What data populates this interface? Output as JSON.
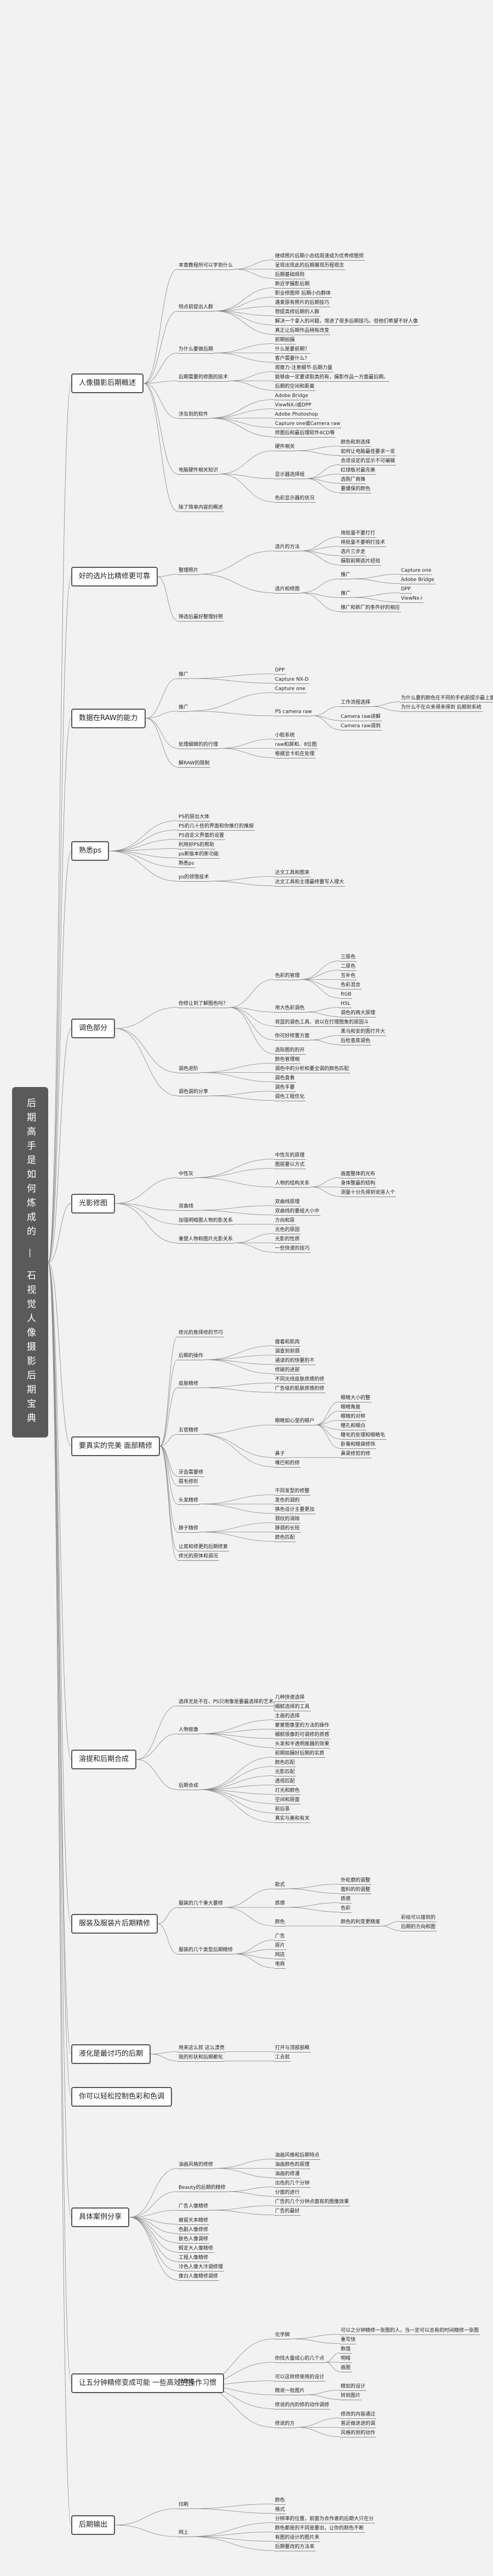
{
  "root": "后期高手是如何炼成的 — 石视觉人像摄影后期宝典",
  "categories": [
    {
      "label": "人像摄影后期概述",
      "children": [
        {
          "label": "本章教程所可以学到什么",
          "children": [
            {
              "label": "继续照片后期小总结周速成为优秀修图师"
            },
            {
              "label": "呈现出现此的后期展现历程观念"
            },
            {
              "label": "后期基础规则"
            }
          ]
        },
        {
          "label": "特点前提出人群",
          "children": [
            {
              "label": "新近学摄影后期"
            },
            {
              "label": "职业修图师 后期小白群体"
            },
            {
              "label": "遇爱原有照片的后期技巧"
            },
            {
              "label": "想提高修后期的人群"
            },
            {
              "label": "解决一个拿入的问题，增进了很多后期技巧。但他们希望不好人像"
            },
            {
              "label": "真正让后期作品稍有改变"
            }
          ]
        },
        {
          "label": "为什么要做后期",
          "children": [
            {
              "label": "前期拍摄"
            },
            {
              "label": "什么是要前期？"
            },
            {
              "label": "客户需要什么？"
            }
          ]
        },
        {
          "label": "后期需要的修图的技术",
          "children": [
            {
              "label": "观察力·注意细节·后期力量"
            },
            {
              "label": "能够由一定要读取类的有，摄影作品一方面最后期。"
            },
            {
              "label": "后期的空间和距离"
            }
          ]
        },
        {
          "label": "涉及到的软件",
          "children": [
            {
              "label": "Adobe Bridge"
            },
            {
              "label": "ViewNX-i或DPP"
            },
            {
              "label": "Adobe Photoshop"
            },
            {
              "label": "Capture one或Camera raw"
            },
            {
              "label": "修图后和最后理软件4CD等"
            }
          ]
        },
        {
          "label": "电脑硬件相关知识",
          "children": [
            {
              "label": "硬件相关",
              "children": [
                {
                  "label": "颜色和到选择"
                },
                {
                  "label": "如何让电脑最佳要求一览"
                }
              ]
            },
            {
              "label": "显示器选择组",
              "children": [
                {
                  "label": "合适设定的显示不可编辑"
                },
                {
                  "label": "红绿板对最完美"
                },
                {
                  "label": "选购厂商推"
                },
                {
                  "label": "要爆保的颜色"
                }
              ]
            },
            {
              "label": "色彩显示器的状况"
            }
          ]
        },
        {
          "label": "除了简单内容的概述"
        }
      ]
    },
    {
      "label": "好的选片比精修更可靠",
      "children": [
        {
          "label": "整理照片",
          "children": [
            {
              "label": "选片的方法",
              "children": [
                {
                  "label": "用批量不要打打"
                },
                {
                  "label": "用批量不要明打技术"
                },
                {
                  "label": "选片三步走"
                },
                {
                  "label": "摄取前期选片经验"
                }
              ]
            },
            {
              "label": "选片和修图",
              "children": [
                {
                  "label": "推广",
                  "children": [
                    {
                      "label": "Capture one"
                    },
                    {
                      "label": "Adobe Bridge"
                    }
                  ]
                },
                {
                  "label": "推广",
                  "children": [
                    {
                      "label": "DPP"
                    },
                    {
                      "label": "ViewNx-i"
                    }
                  ]
                },
                {
                  "label": "推广和新厂的条件好的相应"
                }
              ]
            }
          ]
        },
        {
          "label": "筛选后最好整理好照"
        }
      ]
    },
    {
      "label": "数据在RAW的能力",
      "children": [
        {
          "label": "推广",
          "children": [
            {
              "label": "DPP"
            },
            {
              "label": "Capture NX-D"
            }
          ]
        },
        {
          "label": "推广",
          "children": [
            {
              "label": "Capture one"
            },
            {
              "label": "PS camera raw",
              "children": [
                {
                  "label": "工作流程选择",
                  "children": [
                    {
                      "label": "为什么要的颜色在不同的手机前提示最上面刻面大"
                    },
                    {
                      "label": "为什么不在众来得来得到 后期到系统"
                    }
                  ]
                },
                {
                  "label": "Camera raw讲解"
                },
                {
                  "label": "Camera raw调到"
                }
              ]
            }
          ]
        },
        {
          "label": "处理细微的的行理",
          "children": [
            {
              "label": "小脸系统"
            },
            {
              "label": "raw和屏和、8位图"
            },
            {
              "label": "根据显卡机在处理"
            }
          ]
        },
        {
          "label": "解RAW的限制"
        }
      ]
    },
    {
      "label": "熟悉ps",
      "children": [
        {
          "label": "PS的层出大体"
        },
        {
          "label": "PS的几十些的界面和你推打的推按"
        },
        {
          "label": "PS自定义界面的设置"
        },
        {
          "label": "利用好PS的帮助"
        },
        {
          "label": "ps新版本的新功能"
        },
        {
          "label": "熟悉ps"
        },
        {
          "label": "ps的领悟技术",
          "children": [
            {
              "label": "达文工具和图来"
            },
            {
              "label": "达文工具和主理最终要写人理大"
            }
          ]
        }
      ]
    },
    {
      "label": "调色部分",
      "children": [
        {
          "label": "你修让到了解图色吗？",
          "children": [
            {
              "label": "色彩的管理",
              "children": [
                {
                  "label": "三原色"
                },
                {
                  "label": "二原色"
                },
                {
                  "label": "互补色"
                },
                {
                  "label": "色彩混合"
                },
                {
                  "label": "RGB"
                }
              ]
            },
            {
              "label": "用大色彩调色",
              "children": [
                {
                  "label": "HSL"
                },
                {
                  "label": "调色的两大原理"
                }
              ]
            },
            {
              "label": "将蓝的调色工具、说以在打理图象的原因斗"
            },
            {
              "label": "你可好修置方面",
              "children": [
                {
                  "label": "黑马和安的图打开大"
                },
                {
                  "label": "后检查底调色"
                }
              ]
            },
            {
              "label": "选际图的的开"
            }
          ]
        },
        {
          "label": "调色进阶",
          "children": [
            {
              "label": "颜色管理相"
            },
            {
              "label": "调色中的分析和要全调的颜色匹配"
            },
            {
              "label": "调色直看"
            }
          ]
        },
        {
          "label": "调色调的分享",
          "children": [
            {
              "label": "调色手要"
            },
            {
              "label": "调色工程优化"
            }
          ]
        }
      ]
    },
    {
      "label": "光影修图",
      "children": [
        {
          "label": "中性灰",
          "children": [
            {
              "label": "中性灰的原理"
            },
            {
              "label": "图层要以方式"
            },
            {
              "label": "人物的结构关系",
              "children": [
                {
                  "label": "画面整体的光布"
                },
                {
                  "label": "身体整最的结构"
                },
                {
                  "label": "测量十分先得到说道人个"
                }
              ]
            }
          ]
        },
        {
          "label": "双曲线",
          "children": [
            {
              "label": "双曲线原理"
            },
            {
              "label": "双曲线的要组大小中"
            }
          ]
        },
        {
          "label": "加强明暗图人物的影关系",
          "children": [
            {
              "label": "方向和原"
            }
          ]
        },
        {
          "label": "重塑人物和图片光影关系",
          "children": [
            {
              "label": "光色的原因"
            },
            {
              "label": "光影的性质"
            },
            {
              "label": "一些快速的技巧"
            }
          ]
        }
      ]
    },
    {
      "label": "要真实的完美 面部精修",
      "children": [
        {
          "label": "修光的焦择修的节巧"
        },
        {
          "label": "后期的操作",
          "children": [
            {
              "label": "瘦着和肌肉"
            },
            {
              "label": "调查到到颈"
            },
            {
              "label": "通读的的快要的不"
            },
            {
              "label": "修破的进部"
            }
          ]
        },
        {
          "label": "皮肤精修",
          "children": [
            {
              "label": "不同光线皮肤质感的修"
            },
            {
              "label": "广告级的肌肤质感的修"
            }
          ]
        },
        {
          "label": "五官精修",
          "children": [
            {
              "label": "眼睛如心里的眼户",
              "children": [
                {
                  "label": "眼睛大小的整"
                },
                {
                  "label": "眼睛角度"
                },
                {
                  "label": "眼睛的对称"
                },
                {
                  "label": "瞳孔和眼白"
                },
                {
                  "label": "睫毛的处理和眼睛毛"
                },
                {
                  "label": "卧蚕和眼袋修饰"
                }
              ]
            },
            {
              "label": "鼻子",
              "children": [
                {
                  "label": "鼻梁修剪的修"
                }
              ]
            },
            {
              "label": "嘴巴和的修"
            }
          ]
        },
        {
          "label": "牙齿需要修"
        },
        {
          "label": "眉毛修形"
        },
        {
          "label": "头发精修",
          "children": [
            {
              "label": "不同发型的修整"
            },
            {
              "label": "发色的调的"
            },
            {
              "label": "换色设计主要更加"
            }
          ]
        },
        {
          "label": "脖子精修",
          "children": [
            {
              "label": "颈纹的消除"
            },
            {
              "label": "脖颈的长短"
            },
            {
              "label": "颜色匹配"
            }
          ]
        },
        {
          "label": "让底和修更的后期修复"
        },
        {
          "label": "修光的原体和调况"
        }
      ]
    },
    {
      "label": "溶提和后期合成",
      "children": [
        {
          "label": "选择无处不在、PS只用像是要最选择的艺术",
          "children": [
            {
              "label": "几种快速选择"
            },
            {
              "label": "细腻选择的工具"
            }
          ]
        },
        {
          "label": "人物抠像",
          "children": [
            {
              "label": "主画的选择"
            },
            {
              "label": "蒙蒙图像里的方法的操作"
            },
            {
              "label": "细腻很像的可调修的质感"
            },
            {
              "label": "头发和半透明度器的效果"
            }
          ]
        },
        {
          "label": "后期合成",
          "children": [
            {
              "label": "前期拍摄好后期的实质"
            },
            {
              "label": "颜色匹配"
            },
            {
              "label": "光影匹配"
            },
            {
              "label": "透视匹配"
            },
            {
              "label": "灯光和颜色"
            },
            {
              "label": "空间和层面"
            },
            {
              "label": "前后景"
            },
            {
              "label": "真实与美和有关"
            }
          ]
        }
      ]
    },
    {
      "label": "服装及服装片后期精修",
      "children": [
        {
          "label": "服装的几个重大要修",
          "children": [
            {
              "label": "款式",
              "children": [
                {
                  "label": "外轮廓的调整"
                },
                {
                  "label": "面料的的调整"
                }
              ]
            },
            {
              "label": "质感",
              "children": [
                {
                  "label": "质感"
                },
                {
                  "label": "色彩"
                }
              ]
            },
            {
              "label": "颜色",
              "children": [
                {
                  "label": "颜色的利变更精度",
                  "children": [
                    {
                      "label": "彩绘可以接到的"
                    },
                    {
                      "label": "后期的方向和图"
                    }
                  ]
                }
              ]
            }
          ]
        },
        {
          "label": "服装的几个类型后期精修",
          "children": [
            {
              "label": "广告"
            },
            {
              "label": "原片"
            },
            {
              "label": "网店"
            },
            {
              "label": "电商"
            }
          ]
        }
      ]
    },
    {
      "label": "液化是最讨巧的后期",
      "children": [
        {
          "label": "用来这么就 这么漂亮",
          "children": [
            {
              "label": "打开与顶部部概"
            }
          ]
        },
        {
          "label": "我的形状和后期都化",
          "children": [
            {
              "label": "工去就"
            }
          ]
        }
      ]
    },
    {
      "label": "你可以轻松控制色彩和色调",
      "children": []
    },
    {
      "label": "具体案例分享",
      "children": [
        {
          "label": "油画风格的修修",
          "children": [
            {
              "label": "油画风格和后期特点"
            },
            {
              "label": "油画颜色的原理"
            },
            {
              "label": "油画的修漫"
            }
          ]
        },
        {
          "label": "Beauty的后期的精修",
          "children": [
            {
              "label": "出色的几个分钟"
            },
            {
              "label": "分面的进行"
            }
          ]
        },
        {
          "label": "广告人像精修",
          "children": [
            {
              "label": "广告的几个分钟点面有的图像效果"
            },
            {
              "label": "广告的最好"
            }
          ]
        },
        {
          "label": "被留天本精修"
        },
        {
          "label": "色剧人像修修"
        },
        {
          "label": "肤色人像调修"
        },
        {
          "label": "假定大人像精修"
        },
        {
          "label": "工程人像精修"
        },
        {
          "label": "冷色人像大冷调修理"
        },
        {
          "label": "像白人像精修调修"
        }
      ]
    },
    {
      "label": "让五分钟精修变成可能 一些高效的操作习惯",
      "children": [
        {
          "label": "快捷键",
          "children": [
            {
              "label": "化学脚",
              "children": [
                {
                  "label": "可以之分钟精修一张图的人，当一定可以总有的时间精修一张图"
                },
                {
                  "label": "重写快"
                }
              ]
            },
            {
              "label": "你找大量成心的几个点",
              "children": [
                {
                  "label": "数值"
                },
                {
                  "label": "明暗"
                },
                {
                  "label": "画图"
                }
              ]
            },
            {
              "label": "可以这样修使用的设计"
            },
            {
              "label": "精说一批图片",
              "children": [
                {
                  "label": "精如的设计"
                },
                {
                  "label": "转到图片"
                }
              ]
            },
            {
              "label": "修说的内的修的动作调修"
            },
            {
              "label": "修说的方",
              "children": [
                {
                  "label": "修改的内容通过"
                },
                {
                  "label": "普近做进进的调"
                },
                {
                  "label": "风格的到的动作"
                }
              ]
            }
          ]
        }
      ]
    },
    {
      "label": "后期输出",
      "children": [
        {
          "label": "印刷",
          "children": [
            {
              "label": "颜色"
            },
            {
              "label": "格式"
            }
          ]
        },
        {
          "label": "网上",
          "children": [
            {
              "label": "分辨率的位置，前面为合作者的后期大只在分"
            },
            {
              "label": "颜色都是的不同是要出，让你的颜色不断"
            },
            {
              "label": "有图的设计的图片来"
            },
            {
              "label": "后期要改的方法来"
            }
          ]
        }
      ]
    }
  ]
}
